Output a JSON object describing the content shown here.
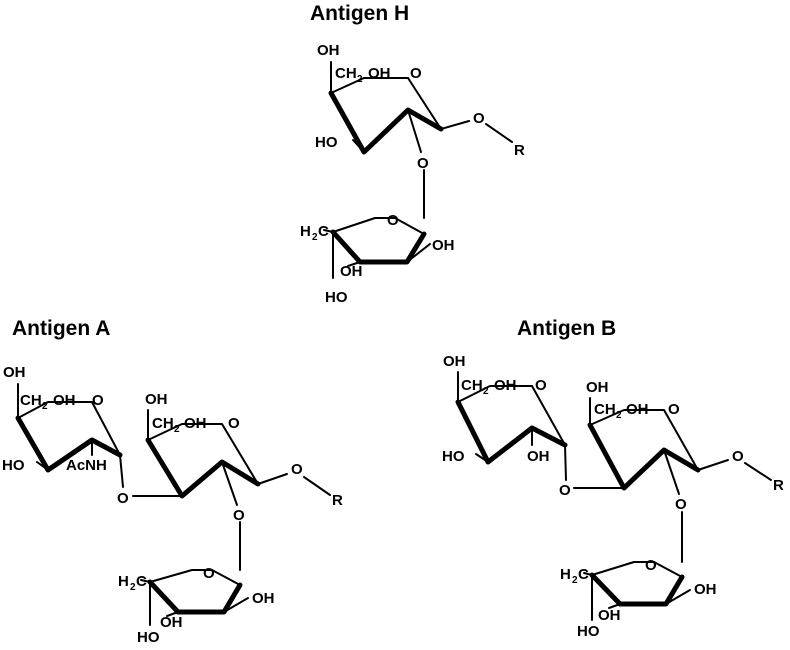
{
  "titles": {
    "h": "Antigen H",
    "a": "Antigen A",
    "b": "Antigen B"
  },
  "labels": {
    "oh": "OH",
    "ho": "HO",
    "o": "O",
    "r": "R",
    "ch": "CH",
    "sub2": "2",
    "h": "H",
    "c": "C",
    "acnh": "AcNH"
  }
}
